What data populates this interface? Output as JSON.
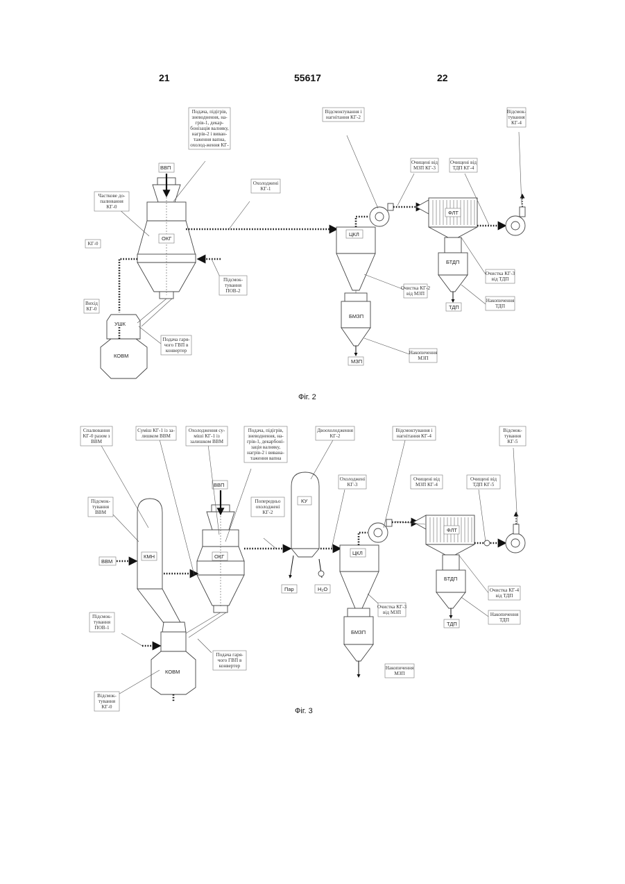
{
  "header": {
    "left": "21",
    "center": "55617",
    "right": "22"
  },
  "fig2": {
    "caption": "Фіг. 2",
    "labels": [
      {
        "id": "feed",
        "lines": [
          "Подача, підігрів,",
          "зневоднення, на-",
          "грів-1, декар-",
          "бонізація валняку,",
          "нагрів-2 і виван-",
          "таження вапна,",
          "охолод-ження КГ-"
        ]
      },
      {
        "id": "suction2",
        "lines": [
          "Відсмоктування і",
          "нагнітання КГ-2"
        ]
      },
      {
        "id": "suction4",
        "lines": [
          "Відсмок-",
          "тування",
          "КГ-4"
        ]
      },
      {
        "id": "cleaned3",
        "lines": [
          "Очищені від",
          "МЗП КГ-3"
        ]
      },
      {
        "id": "cleaned4",
        "lines": [
          "Очищені від",
          "ТДП КГ-4"
        ]
      },
      {
        "id": "cooled1",
        "lines": [
          "Охолоджені",
          "КГ-1"
        ]
      },
      {
        "id": "partial",
        "lines": [
          "Часткове до-",
          "палювання",
          "КГ-0"
        ]
      },
      {
        "id": "suctionpov",
        "lines": [
          "Підсмок-",
          "тування",
          "ПОВ-2"
        ]
      },
      {
        "id": "clean2",
        "lines": [
          "Очистка КГ-2",
          "від МЗП"
        ]
      },
      {
        "id": "clean3",
        "lines": [
          "Очистка КГ-3",
          "від ТДП"
        ]
      },
      {
        "id": "accum_tdp",
        "lines": [
          "Накопичення",
          "ТДП"
        ]
      },
      {
        "id": "accum_mzp",
        "lines": [
          "Накопичення",
          "МЗП"
        ]
      },
      {
        "id": "feedhot",
        "lines": [
          "Подача гаря-",
          "чого ГВП в",
          "конвертер"
        ]
      },
      {
        "id": "kg0",
        "lines": [
          "КГ-0"
        ]
      },
      {
        "id": "exhaust",
        "lines": [
          "Вихід",
          "КГ-0"
        ]
      }
    ],
    "tags": {
      "vvp": "ВВП",
      "okg": "ОКГ",
      "tskl": "ЦКЛ",
      "flt": "ФЛТ",
      "btdp": "БТДП",
      "bmzp": "БМЗП",
      "mzp": "МЗП",
      "tdp": "ТДП",
      "ushk": "УШК",
      "koivm": "КОВМ"
    }
  },
  "fig3": {
    "caption": "Фіг. 3",
    "labels": [
      {
        "id": "burn",
        "lines": [
          "Спалювання",
          "КГ-0 разом з",
          "ВВМ"
        ]
      },
      {
        "id": "mix",
        "lines": [
          "Суміш КГ-1 із за-",
          "лишком ВВМ"
        ]
      },
      {
        "id": "coolmix",
        "lines": [
          "Охолодження су-",
          "міші КГ-1 із",
          "залишком ВВМ"
        ]
      },
      {
        "id": "feed3",
        "lines": [
          "Подача, підігрів,",
          "зневоднення, на-",
          "грів-1, декарбоні-",
          "зація валняку,",
          "нагрів-2 і вивана-",
          "таження  вапна"
        ]
      },
      {
        "id": "precool2",
        "lines": [
          "Двоохолодження",
          "КГ-2"
        ]
      },
      {
        "id": "suction4b",
        "lines": [
          "Відсмоктування і",
          "нагнітання КГ-4"
        ]
      },
      {
        "id": "suction5",
        "lines": [
          "Відсмок-",
          "тування",
          "КГ-5"
        ]
      },
      {
        "id": "cooled3",
        "lines": [
          "Охолоджені",
          "КГ-3"
        ]
      },
      {
        "id": "cleaned4b",
        "lines": [
          "Очищені від",
          "МЗП КГ-4"
        ]
      },
      {
        "id": "cleaned5",
        "lines": [
          "Очищені від",
          "ТДП КГ-5"
        ]
      },
      {
        "id": "suckvvm",
        "lines": [
          "Підсмок-",
          "тування",
          "ВВМ"
        ]
      },
      {
        "id": "precooled",
        "lines": [
          "Попередньо",
          "охолоджені",
          "КГ-2"
        ]
      },
      {
        "id": "clean3b",
        "lines": [
          "Очистка КГ-3",
          "від МЗП"
        ]
      },
      {
        "id": "clean4b",
        "lines": [
          "Очистка КГ-4",
          "від ТДП"
        ]
      },
      {
        "id": "accum_tdp3",
        "lines": [
          "Накопичення",
          "ТДП"
        ]
      },
      {
        "id": "accum_mzp3",
        "lines": [
          "Накопичення",
          "МЗП"
        ]
      },
      {
        "id": "suckpov1",
        "lines": [
          "Підсмок-",
          "тування",
          "ПОВ-1"
        ]
      },
      {
        "id": "feedhot3",
        "lines": [
          "Подача гаря-",
          "чого ГВП в",
          "конвертер"
        ]
      },
      {
        "id": "suck0",
        "lines": [
          "Відсмок-",
          "тування",
          "КГ-0"
        ]
      }
    ],
    "tags": {
      "vvm": "ВВМ",
      "kmn": "КМН",
      "vvp": "ВВП",
      "okg": "ОКГ",
      "ku": "КУ",
      "tskl": "ЦКЛ",
      "flt": "ФЛТ",
      "btdp": "БТДП",
      "bmzp": "БМЗП",
      "tdp": "ТДП",
      "par": "Пар",
      "h2o": "H₂O",
      "koivm": "КОВМ"
    }
  }
}
